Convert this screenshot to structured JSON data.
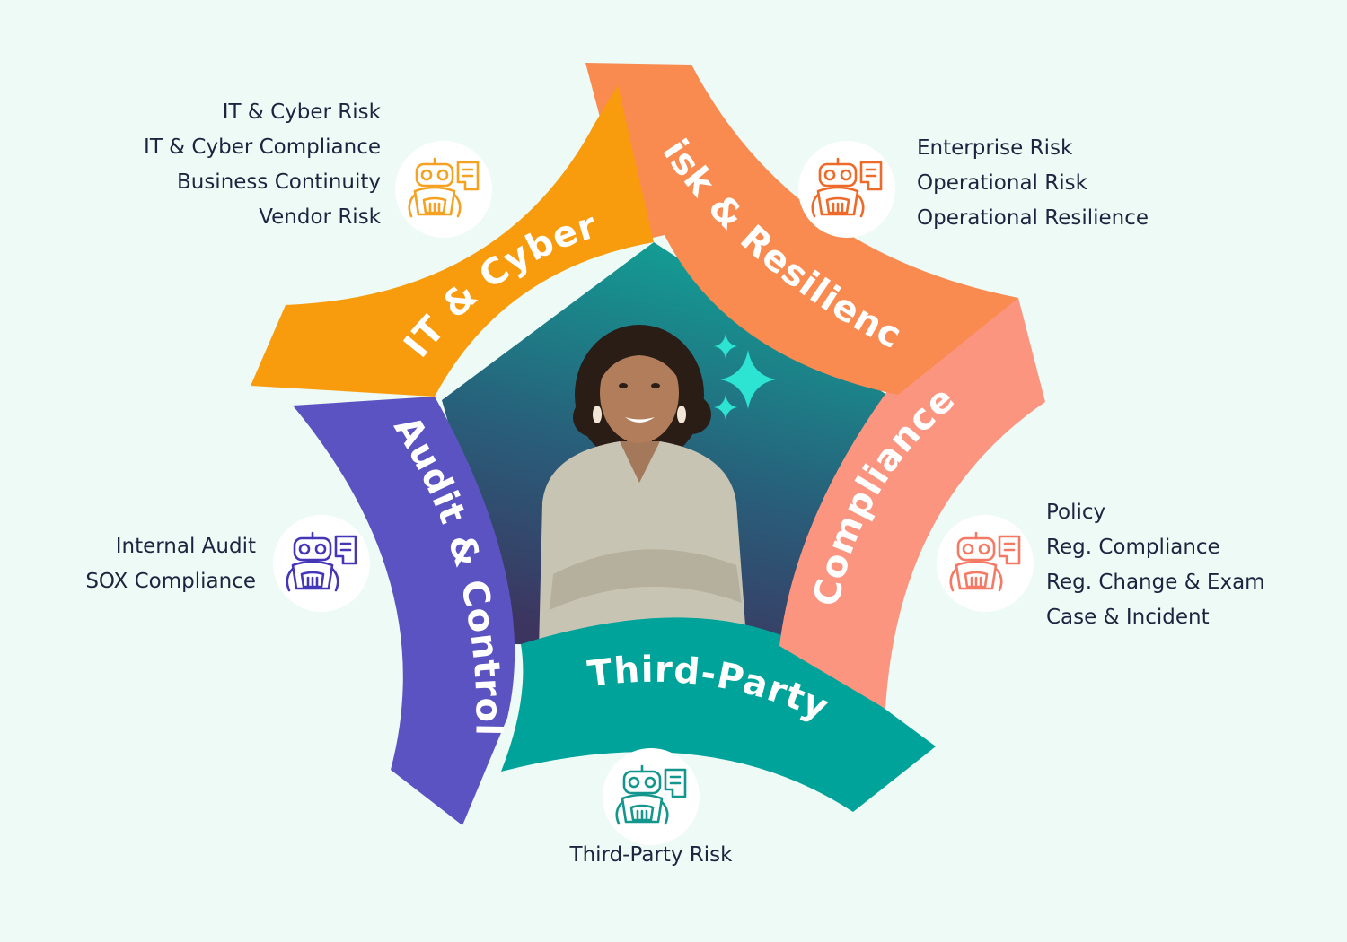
{
  "colors": {
    "background": "#eefaf5",
    "it_cyber": "#f89c0e",
    "risk_resilience": "#f98a50",
    "compliance": "#fb9580",
    "third_party": "#00a39a",
    "audit_controls": "#5c53c3",
    "center_top": "#11a296",
    "center_bottom": "#3c3560",
    "sparkle": "#2de3d2"
  },
  "segments": {
    "it_cyber": {
      "label": "IT & Cyber",
      "icon": "robot-assistant-icon",
      "icon_color": "#f5a223",
      "items": [
        "IT & Cyber Risk",
        "IT & Cyber Compliance",
        "Business Continuity",
        "Vendor Risk"
      ]
    },
    "risk_resilience": {
      "label": "Risk & Resilience",
      "icon": "robot-assistant-icon",
      "icon_color": "#ee6a2a",
      "items": [
        "Enterprise Risk",
        "Operational Risk",
        "Operational Resilience"
      ]
    },
    "compliance": {
      "label": "Compliance",
      "icon": "robot-assistant-icon",
      "icon_color": "#f57a65",
      "items": [
        "Policy",
        "Reg. Compliance",
        "Reg. Change & Exam",
        "Case & Incident"
      ]
    },
    "third_party": {
      "label": "Third-Party",
      "icon": "robot-assistant-icon",
      "icon_color": "#13968d",
      "items": [
        "Third-Party Risk"
      ]
    },
    "audit_controls": {
      "label": "Audit & Controls",
      "icon": "robot-assistant-icon",
      "icon_color": "#4536b8",
      "items": [
        "Internal Audit",
        "SOX Compliance"
      ]
    }
  }
}
